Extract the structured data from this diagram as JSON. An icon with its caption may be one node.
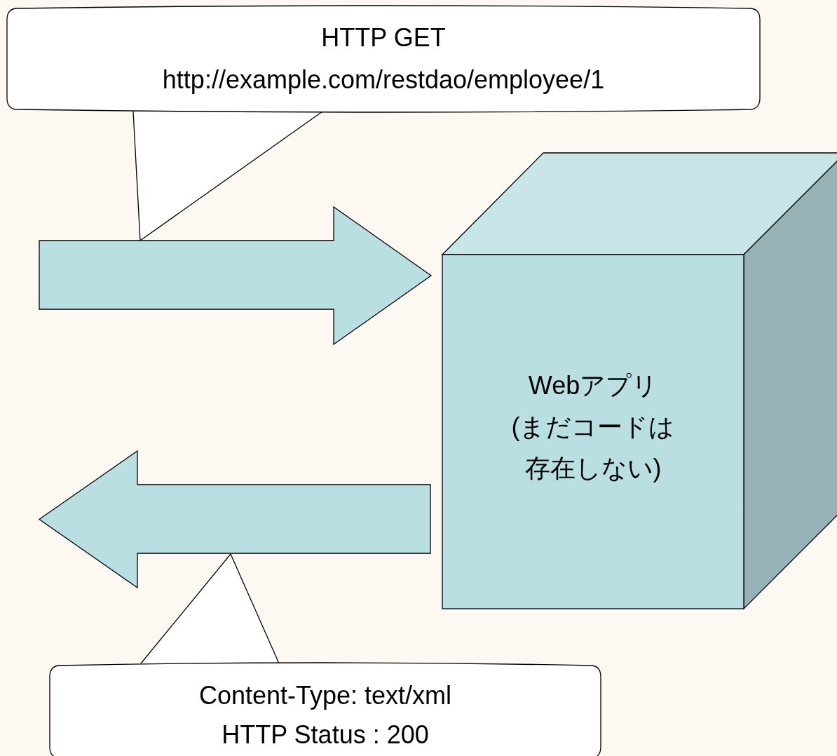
{
  "diagram": {
    "nodes": [
      {
        "text": [
          "HTTP GET",
          "http://example.com/restdao/employee/1"
        ]
      },
      {
        "text": [],
        "shape": "arrow"
      },
      {
        "text": [
          "Webアプリ(まだコードは存在しない)"
        ]
      },
      {
        "text": [],
        "shape": "arrow"
      },
      {
        "text": [
          "Content-Type: text/xml",
          "HTTP Status : 200"
        ]
      }
    ],
    "edges": [
      {
        "from": 0,
        "to": 1,
        "arrow": "none"
      },
      {
        "from": 4,
        "to": 3,
        "arrow": "none"
      }
    ]
  }
}
